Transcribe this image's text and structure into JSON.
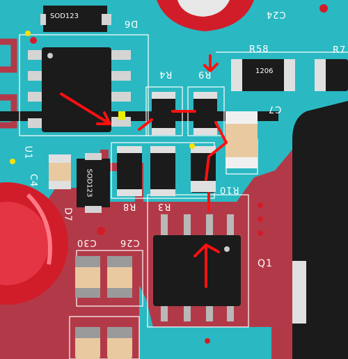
{
  "board": {
    "colors": {
      "solder_mask": "#2ab9c2",
      "copper_pour": "#b23a48",
      "copper_dark": "#8e2c39",
      "silkscreen": "#ffffff",
      "ic_body": "#1b1b1b",
      "pad": "#d4d4d4",
      "capacitor_body": "#e8c9a0",
      "annotation_red": "#ff1010",
      "via_yellow": "#ffe000"
    },
    "designators": {
      "d6": "D6",
      "d7": "D7",
      "u1": "U1",
      "c4": "C4",
      "c7": "C7",
      "c24": "C24",
      "c26": "C26",
      "c30": "C30",
      "r3": "R3",
      "r4": "R4",
      "r7": "R7",
      "r8": "R8",
      "r9": "R9",
      "r10": "R10",
      "r58": "R58",
      "q1": "Q1"
    },
    "packages": {
      "d6_pkg": "SOD123",
      "d7_pkg": "SOD123",
      "r58_pkg": "1206"
    }
  }
}
